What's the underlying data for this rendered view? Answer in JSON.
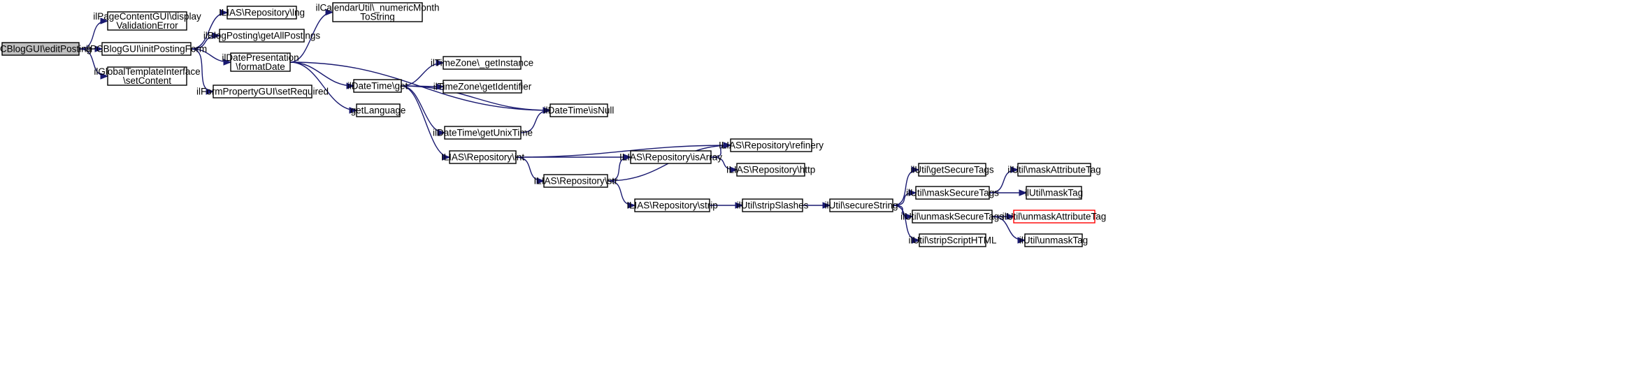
{
  "colors": {
    "edge": "#191970",
    "node_border": "#000000",
    "node_fill": "#ffffff",
    "root_fill": "#bfbfbf",
    "truncated_border": "#ff0000"
  },
  "nodes": [
    {
      "id": "n0",
      "lines": [
        "ilPCBlogGUI\\editPosting"
      ],
      "root": true
    },
    {
      "id": "n1",
      "lines": [
        "ilPageContentGUI\\display",
        "ValidationError"
      ]
    },
    {
      "id": "n2",
      "lines": [
        "ilPCBlogGUI\\initPostingForm"
      ]
    },
    {
      "id": "n3",
      "lines": [
        "ilGlobalTemplateInterface",
        "\\setContent"
      ]
    },
    {
      "id": "n4",
      "lines": [
        "ILIAS\\Repository\\lng"
      ]
    },
    {
      "id": "n5",
      "lines": [
        "ilBlogPosting\\getAllPostings"
      ]
    },
    {
      "id": "n6",
      "lines": [
        "ilDatePresentation",
        "\\formatDate"
      ]
    },
    {
      "id": "n7",
      "lines": [
        "ilFormPropertyGUI\\setRequired"
      ]
    },
    {
      "id": "n8",
      "lines": [
        "ilCalendarUtil\\_numericMonth",
        "ToString"
      ]
    },
    {
      "id": "n9",
      "lines": [
        "ilDateTime\\get"
      ]
    },
    {
      "id": "n10",
      "lines": [
        "getLanguage"
      ]
    },
    {
      "id": "n11",
      "lines": [
        "ilDateTime\\isNull"
      ]
    },
    {
      "id": "n12",
      "lines": [
        "ilTimeZone\\_getInstance"
      ]
    },
    {
      "id": "n13",
      "lines": [
        "ilTimeZone\\getIdentifier"
      ]
    },
    {
      "id": "n14",
      "lines": [
        "ilDateTime\\getUnixTime"
      ]
    },
    {
      "id": "n15",
      "lines": [
        "ILIAS\\Repository\\int"
      ]
    },
    {
      "id": "n16",
      "lines": [
        "ILIAS\\Repository\\refinery"
      ]
    },
    {
      "id": "n17",
      "lines": [
        "ILIAS\\Repository\\isArray"
      ]
    },
    {
      "id": "n18",
      "lines": [
        "ILIAS\\Repository\\str"
      ]
    },
    {
      "id": "n19",
      "lines": [
        "ILIAS\\Repository\\http"
      ]
    },
    {
      "id": "n20",
      "lines": [
        "ILIAS\\Repository\\strip"
      ]
    },
    {
      "id": "n21",
      "lines": [
        "ilUtil\\stripSlashes"
      ]
    },
    {
      "id": "n22",
      "lines": [
        "ilUtil\\secureString"
      ]
    },
    {
      "id": "n23",
      "lines": [
        "ilUtil\\getSecureTags"
      ]
    },
    {
      "id": "n24",
      "lines": [
        "ilUtil\\maskSecureTags"
      ]
    },
    {
      "id": "n25",
      "lines": [
        "ilUtil\\unmaskSecureTags"
      ]
    },
    {
      "id": "n26",
      "lines": [
        "ilUtil\\stripScriptHTML"
      ]
    },
    {
      "id": "n27",
      "lines": [
        "ilUtil\\maskAttributeTag"
      ]
    },
    {
      "id": "n28",
      "lines": [
        "ilUtil\\maskTag"
      ]
    },
    {
      "id": "n29",
      "lines": [
        "ilUtil\\unmaskAttributeTag"
      ],
      "truncated": true
    },
    {
      "id": "n30",
      "lines": [
        "ilUtil\\unmaskTag"
      ]
    }
  ],
  "edges": [
    [
      "n0",
      "n1"
    ],
    [
      "n0",
      "n2"
    ],
    [
      "n0",
      "n3"
    ],
    [
      "n2",
      "n4"
    ],
    [
      "n2",
      "n5"
    ],
    [
      "n2",
      "n6"
    ],
    [
      "n2",
      "n7"
    ],
    [
      "n6",
      "n8"
    ],
    [
      "n6",
      "n9"
    ],
    [
      "n6",
      "n10"
    ],
    [
      "n6",
      "n11"
    ],
    [
      "n9",
      "n12"
    ],
    [
      "n9",
      "n13"
    ],
    [
      "n9",
      "n14"
    ],
    [
      "n9",
      "n11"
    ],
    [
      "n9",
      "n15"
    ],
    [
      "n14",
      "n11"
    ],
    [
      "n15",
      "n16"
    ],
    [
      "n15",
      "n17"
    ],
    [
      "n15",
      "n18"
    ],
    [
      "n17",
      "n16"
    ],
    [
      "n17",
      "n19"
    ],
    [
      "n18",
      "n17"
    ],
    [
      "n18",
      "n16"
    ],
    [
      "n18",
      "n20"
    ],
    [
      "n20",
      "n21"
    ],
    [
      "n21",
      "n22"
    ],
    [
      "n22",
      "n23"
    ],
    [
      "n22",
      "n24"
    ],
    [
      "n22",
      "n25"
    ],
    [
      "n22",
      "n26"
    ],
    [
      "n24",
      "n27"
    ],
    [
      "n24",
      "n28"
    ],
    [
      "n25",
      "n29"
    ],
    [
      "n25",
      "n30"
    ]
  ]
}
